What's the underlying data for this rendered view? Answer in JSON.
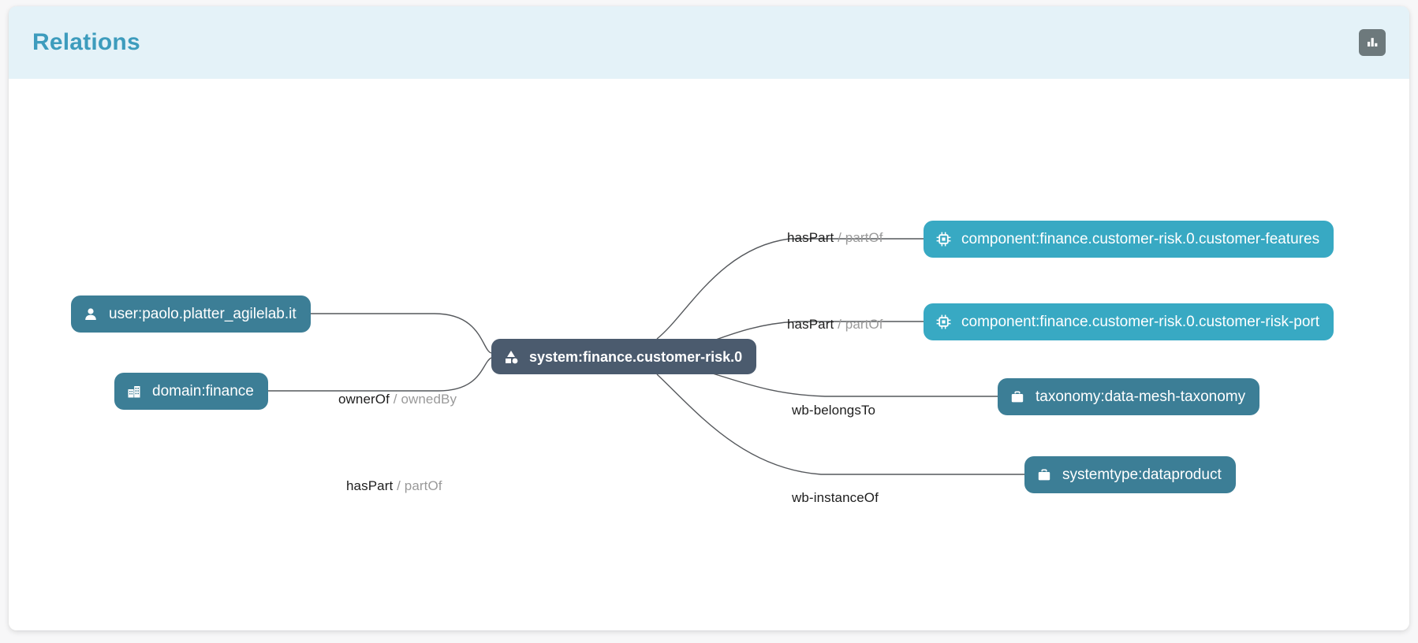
{
  "header": {
    "title": "Relations",
    "action_icon": "bar-chart-icon",
    "background": "#e4f2f8",
    "title_color": "#3d9cbd"
  },
  "graph": {
    "center_node": {
      "id": "system-node",
      "label": "system:finance.customer-risk.0",
      "icon": "system-shapes-icon",
      "color": "#4b5b6e"
    },
    "nodes": [
      {
        "id": "user-node",
        "label": "user:paolo.platter_agilelab.it",
        "icon": "user-icon",
        "color": "#3c7e96",
        "side": "left"
      },
      {
        "id": "domain-node",
        "label": "domain:finance",
        "icon": "building-icon",
        "color": "#3c7e96",
        "side": "left"
      },
      {
        "id": "component-features-node",
        "label": "component:finance.customer-risk.0.customer-features",
        "icon": "chip-icon",
        "color": "#38a9c3",
        "side": "right"
      },
      {
        "id": "component-risk-port-node",
        "label": "component:finance.customer-risk.0.customer-risk-port",
        "icon": "chip-icon",
        "color": "#38a9c3",
        "side": "right"
      },
      {
        "id": "taxonomy-node",
        "label": "taxonomy:data-mesh-taxonomy",
        "icon": "briefcase-icon",
        "color": "#3c7e96",
        "side": "right"
      },
      {
        "id": "systemtype-node",
        "label": "systemtype:dataproduct",
        "icon": "briefcase-icon",
        "color": "#3c7e96",
        "side": "right"
      }
    ],
    "edges": [
      {
        "id": "edge-user",
        "forward": "ownerOf",
        "separator": "/",
        "inverse": "ownedBy"
      },
      {
        "id": "edge-domain",
        "forward": "hasPart",
        "separator": "/",
        "inverse": "partOf"
      },
      {
        "id": "edge-component-features",
        "forward": "hasPart",
        "separator": "/",
        "inverse": "partOf"
      },
      {
        "id": "edge-component-risk-port",
        "forward": "hasPart",
        "separator": "/",
        "inverse": "partOf"
      },
      {
        "id": "edge-taxonomy",
        "forward": "wb-belongsTo",
        "separator": "",
        "inverse": ""
      },
      {
        "id": "edge-systemtype",
        "forward": "wb-instanceOf",
        "separator": "",
        "inverse": ""
      }
    ]
  }
}
